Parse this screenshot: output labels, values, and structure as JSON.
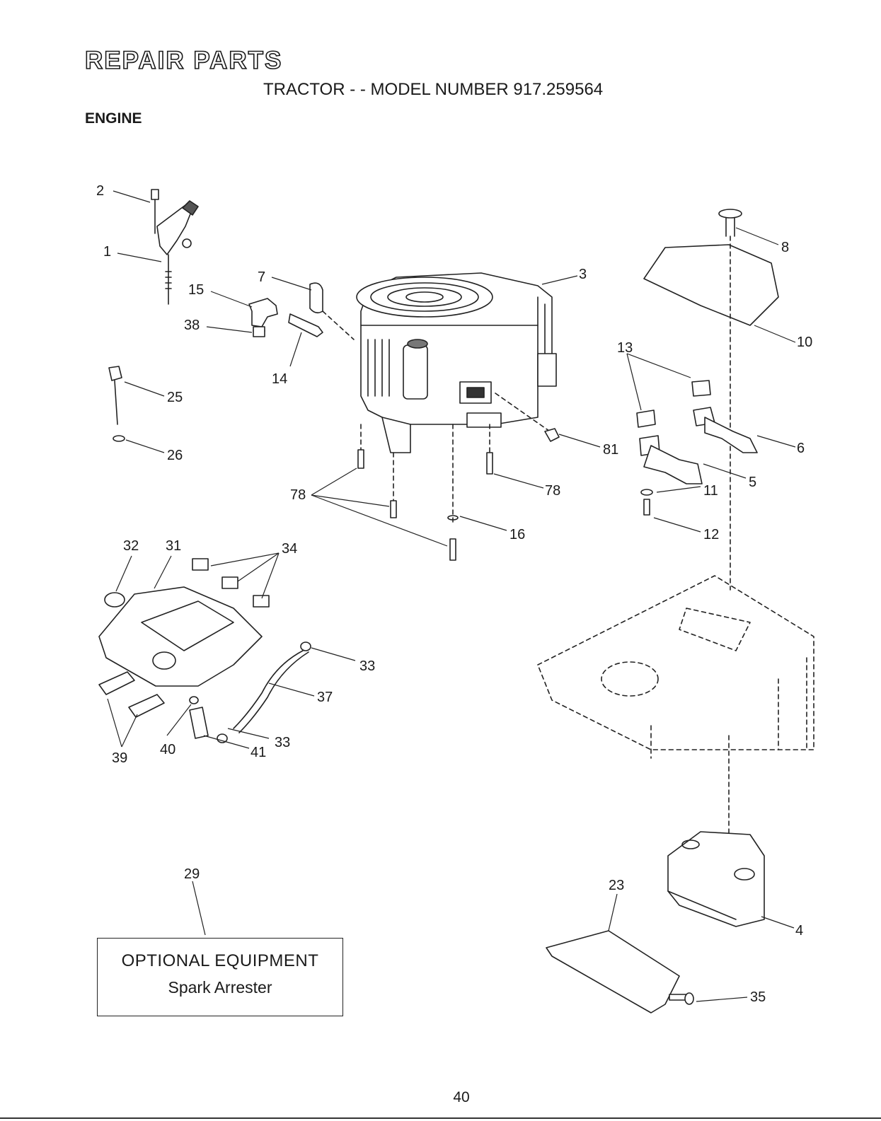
{
  "header": {
    "title": "REPAIR PARTS",
    "subtitle": "TRACTOR - - MODEL NUMBER 917.259564",
    "section": "ENGINE"
  },
  "callouts": [
    "2",
    "1",
    "7",
    "15",
    "38",
    "14",
    "3",
    "8",
    "10",
    "13",
    "25",
    "26",
    "81",
    "6",
    "5",
    "78",
    "78",
    "11",
    "16",
    "12",
    "32",
    "31",
    "34",
    "33",
    "37",
    "33",
    "39",
    "40",
    "41",
    "29",
    "23",
    "4",
    "35"
  ],
  "optional_box": {
    "title": "OPTIONAL EQUIPMENT",
    "subtitle": "Spark Arrester"
  },
  "page_number": "40"
}
